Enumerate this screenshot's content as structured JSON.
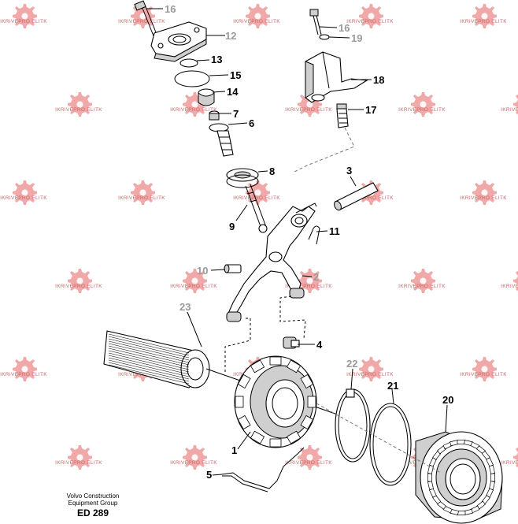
{
  "diagram": {
    "watermark_text": "IKRIVEPRO ELITK",
    "callouts": [
      {
        "id": "16a",
        "label": "16",
        "tone": "grey"
      },
      {
        "id": "12",
        "label": "12",
        "tone": "grey"
      },
      {
        "id": "13",
        "label": "13",
        "tone": "black"
      },
      {
        "id": "15",
        "label": "15",
        "tone": "black"
      },
      {
        "id": "14",
        "label": "14",
        "tone": "black"
      },
      {
        "id": "7",
        "label": "7",
        "tone": "black"
      },
      {
        "id": "6",
        "label": "6",
        "tone": "black"
      },
      {
        "id": "16b",
        "label": "16",
        "tone": "grey"
      },
      {
        "id": "19",
        "label": "19",
        "tone": "grey"
      },
      {
        "id": "18",
        "label": "18",
        "tone": "black"
      },
      {
        "id": "17",
        "label": "17",
        "tone": "black"
      },
      {
        "id": "8",
        "label": "8",
        "tone": "black"
      },
      {
        "id": "3",
        "label": "3",
        "tone": "black"
      },
      {
        "id": "9",
        "label": "9",
        "tone": "black"
      },
      {
        "id": "11",
        "label": "11",
        "tone": "black"
      },
      {
        "id": "10",
        "label": "10",
        "tone": "grey"
      },
      {
        "id": "2",
        "label": "2",
        "tone": "grey"
      },
      {
        "id": "23",
        "label": "23",
        "tone": "grey"
      },
      {
        "id": "4",
        "label": "4",
        "tone": "black"
      },
      {
        "id": "22",
        "label": "22",
        "tone": "grey"
      },
      {
        "id": "21",
        "label": "21",
        "tone": "black"
      },
      {
        "id": "20",
        "label": "20",
        "tone": "black"
      },
      {
        "id": "1",
        "label": "1",
        "tone": "black"
      },
      {
        "id": "5",
        "label": "5",
        "tone": "black"
      }
    ],
    "footer": {
      "line1": "Volvo Construction",
      "line2": "Equipment Group",
      "code": "ED 289"
    }
  }
}
